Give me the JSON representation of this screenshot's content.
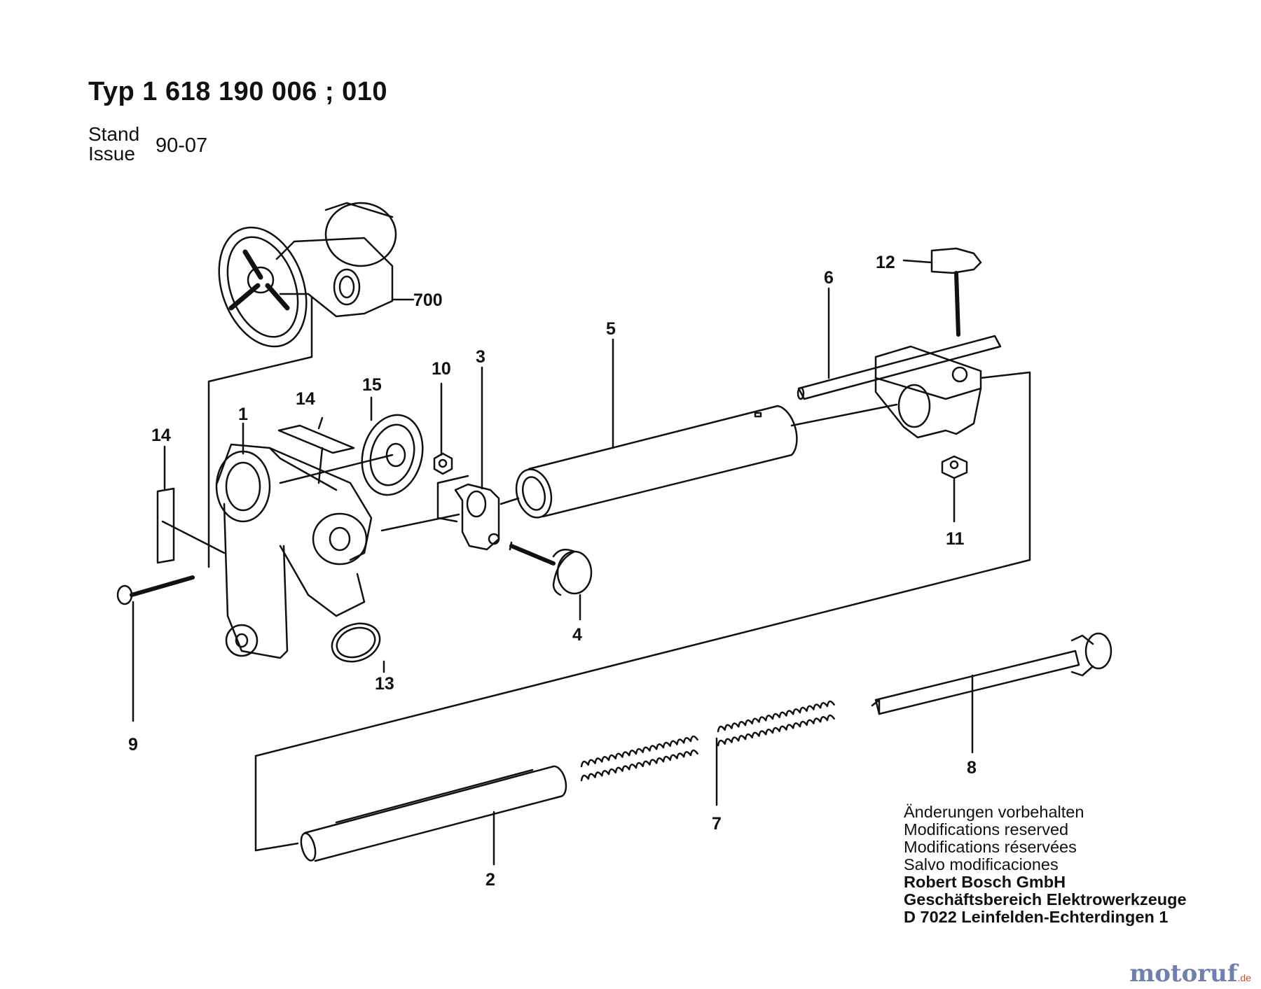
{
  "header": {
    "title": "Typ 1 618 190 006 ; 010",
    "stand_label": "Stand",
    "issue_label": "Issue",
    "issue_date": "90-07"
  },
  "part_labels": {
    "p700": "700",
    "p1": "1",
    "p2": "2",
    "p3": "3",
    "p4": "4",
    "p5": "5",
    "p6": "6",
    "p7": "7",
    "p8": "8",
    "p9": "9",
    "p10": "10",
    "p11": "11",
    "p12": "12",
    "p13": "13",
    "p14a": "14",
    "p14b": "14",
    "p15": "15"
  },
  "notes": {
    "line1": "Änderungen vorbehalten",
    "line2": "Modifications reserved",
    "line3": "Modifications réservées",
    "line4": "Salvo modificaciones",
    "company": "Robert Bosch GmbH",
    "division": "Geschäftsbereich Elektrowerkzeuge",
    "address": "D 7022 Leinfelden-Echterdingen 1"
  },
  "watermark": {
    "brand": "motoruf",
    "suffix": ".de"
  }
}
